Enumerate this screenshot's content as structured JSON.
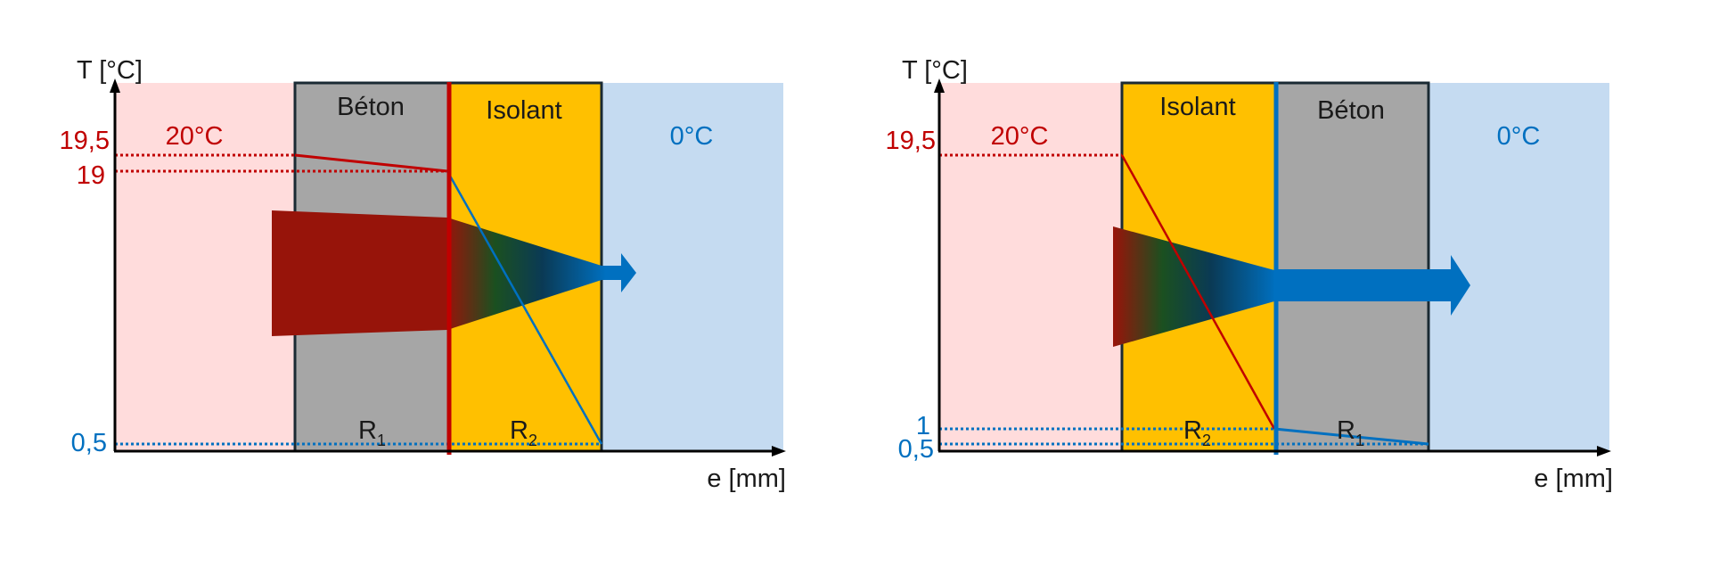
{
  "colors": {
    "interior": "#FFDCDC",
    "beton": "#A6A6A6",
    "isolant": "#FFC000",
    "exterior": "#C5DBF1",
    "hot": "#C00000",
    "cold": "#0070C0",
    "flux_hot": "#97140A"
  },
  "left_diagram": {
    "y_axis_label": "T [°C]",
    "x_axis_label": "e [mm]",
    "interior_temp": "20°C",
    "exterior_temp": "0°C",
    "layer1": "Béton",
    "layer2": "Isolant",
    "ticks": [
      "19,5",
      "19",
      "0,5"
    ],
    "r1": {
      "letter": "R",
      "sub": "1"
    },
    "r2": {
      "letter": "R",
      "sub": "2"
    }
  },
  "right_diagram": {
    "y_axis_label": "T [°C]",
    "x_axis_label": "e [mm]",
    "interior_temp": "20°C",
    "exterior_temp": "0°C",
    "layer1": "Isolant",
    "layer2": "Béton",
    "ticks": [
      "19,5",
      "1",
      "0,5"
    ],
    "r2": {
      "letter": "R",
      "sub": "2"
    },
    "r1": {
      "letter": "R",
      "sub": "1"
    }
  }
}
